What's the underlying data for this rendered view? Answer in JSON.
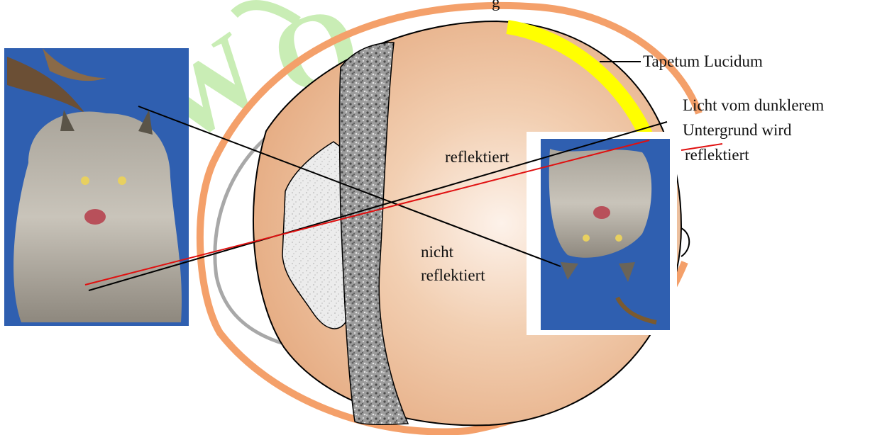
{
  "labels": {
    "tapetum": "Tapetum Lucidum",
    "light_line1": "Licht vom dunklerem",
    "light_line2": "Untergrund wird",
    "light_line3": "reflektiert",
    "reflected": "reflektiert",
    "not_reflected_line1": "nicht",
    "not_reflected_line2": "reflektiert",
    "top_cut_text": "g"
  },
  "watermark_color": "#c8ecb0",
  "colors": {
    "sclera_outline": "#f4a06a",
    "eye_fill": "#e8b48c",
    "tapetum": "#ffff00",
    "ray_red": "#e01010",
    "ray_black": "#000000",
    "cornea_gray": "#a8a8a8",
    "photo_blue": "#2f5fb0"
  },
  "images": {
    "lynx_photo": "lynx photograph (object)",
    "lynx_retina_image": "inverted lynx image on retina"
  }
}
